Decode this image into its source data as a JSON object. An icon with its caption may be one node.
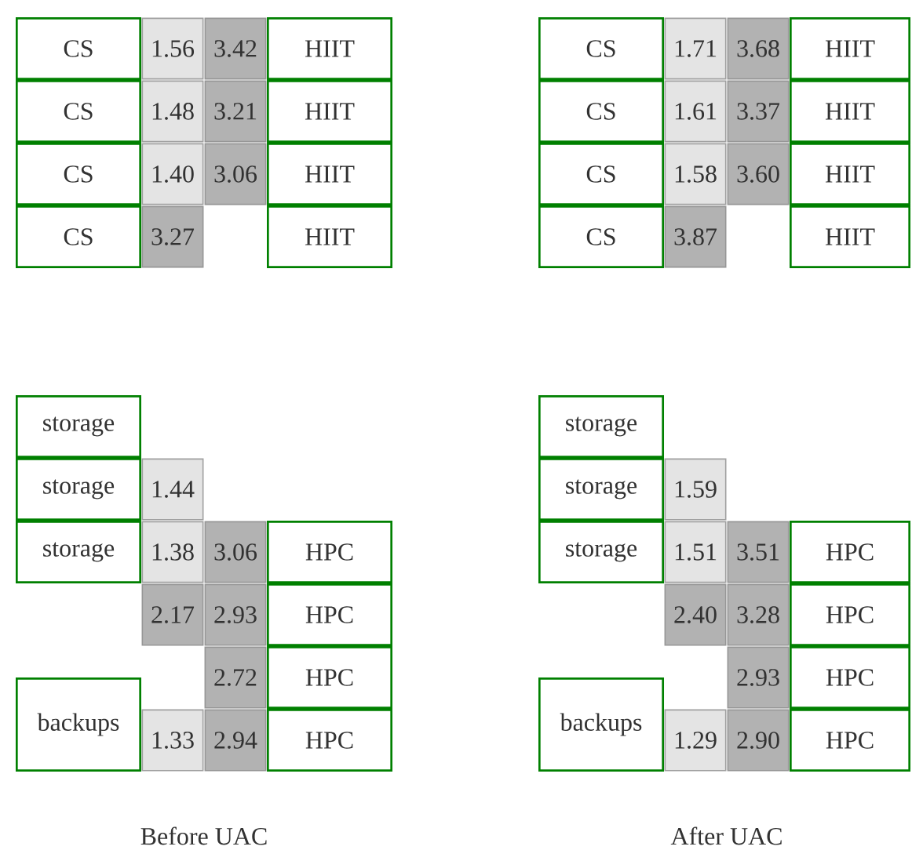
{
  "diagram": {
    "nodes": [
      {
        "text": [
          "CS"
        ]
      },
      {
        "text": [
          "1.56"
        ]
      },
      {
        "text": [
          "3.42"
        ]
      },
      {
        "text": [
          "HIIT"
        ]
      },
      {
        "text": [
          "CS"
        ]
      },
      {
        "text": [
          "1.48"
        ]
      },
      {
        "text": [
          "3.21"
        ]
      },
      {
        "text": [
          "HIIT"
        ]
      },
      {
        "text": [
          "CS"
        ]
      },
      {
        "text": [
          "1.40"
        ]
      },
      {
        "text": [
          "3.06"
        ]
      },
      {
        "text": [
          "HIIT"
        ]
      },
      {
        "text": [
          "CS"
        ]
      },
      {
        "text": [
          "3.27"
        ]
      },
      {
        "text": [
          "HIIT"
        ]
      },
      {
        "text": [
          "CS"
        ]
      },
      {
        "text": [
          "1.71"
        ]
      },
      {
        "text": [
          "3.68"
        ]
      },
      {
        "text": [
          "HIIT"
        ]
      },
      {
        "text": [
          "CS"
        ]
      },
      {
        "text": [
          "1.61"
        ]
      },
      {
        "text": [
          "3.37"
        ]
      },
      {
        "text": [
          "HIIT"
        ]
      },
      {
        "text": [
          "CS"
        ]
      },
      {
        "text": [
          "1.58"
        ]
      },
      {
        "text": [
          "3.60"
        ]
      },
      {
        "text": [
          "HIIT"
        ]
      },
      {
        "text": [
          "CS"
        ]
      },
      {
        "text": [
          "3.87"
        ]
      },
      {
        "text": [
          "HIIT"
        ]
      },
      {
        "text": [
          "storage"
        ]
      },
      {
        "text": [
          "storage"
        ]
      },
      {
        "text": [
          "1.44"
        ]
      },
      {
        "text": [
          "storage"
        ]
      },
      {
        "text": [
          "1.38"
        ]
      },
      {
        "text": [
          "3.06"
        ]
      },
      {
        "text": [
          "HPC"
        ]
      },
      {
        "text": [
          "2.17"
        ]
      },
      {
        "text": [
          "2.93"
        ]
      },
      {
        "text": [
          "HPC"
        ]
      },
      {
        "text": [
          "2.72"
        ]
      },
      {
        "text": [
          "HPC"
        ]
      },
      {
        "text": [
          "backups"
        ]
      },
      {
        "text": [
          "1.33"
        ]
      },
      {
        "text": [
          "2.94"
        ]
      },
      {
        "text": [
          "HPC"
        ]
      },
      {
        "text": [
          "storage"
        ]
      },
      {
        "text": [
          "storage"
        ]
      },
      {
        "text": [
          "1.59"
        ]
      },
      {
        "text": [
          "storage"
        ]
      },
      {
        "text": [
          "1.51"
        ]
      },
      {
        "text": [
          "3.51"
        ]
      },
      {
        "text": [
          "HPC"
        ]
      },
      {
        "text": [
          "2.40"
        ]
      },
      {
        "text": [
          "3.28"
        ]
      },
      {
        "text": [
          "HPC"
        ]
      },
      {
        "text": [
          "2.93"
        ]
      },
      {
        "text": [
          "HPC"
        ]
      },
      {
        "text": [
          "backups"
        ]
      },
      {
        "text": [
          "1.29"
        ]
      },
      {
        "text": [
          "2.90"
        ]
      },
      {
        "text": [
          "HPC"
        ]
      }
    ],
    "labels": [
      "Before UAC",
      "After UAC"
    ]
  }
}
